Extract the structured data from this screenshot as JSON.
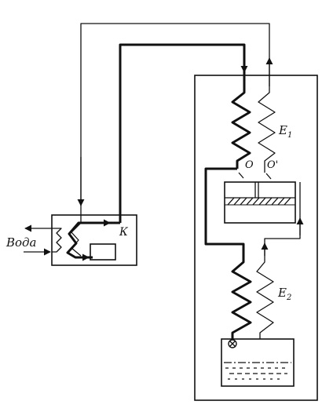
{
  "labels": {
    "water": "Вода",
    "condenser": "К",
    "valve_o": "О",
    "valve_o_prime": "О'",
    "e1": "E",
    "e1_sub": "1",
    "e2": "E",
    "e2_sub": "2"
  }
}
